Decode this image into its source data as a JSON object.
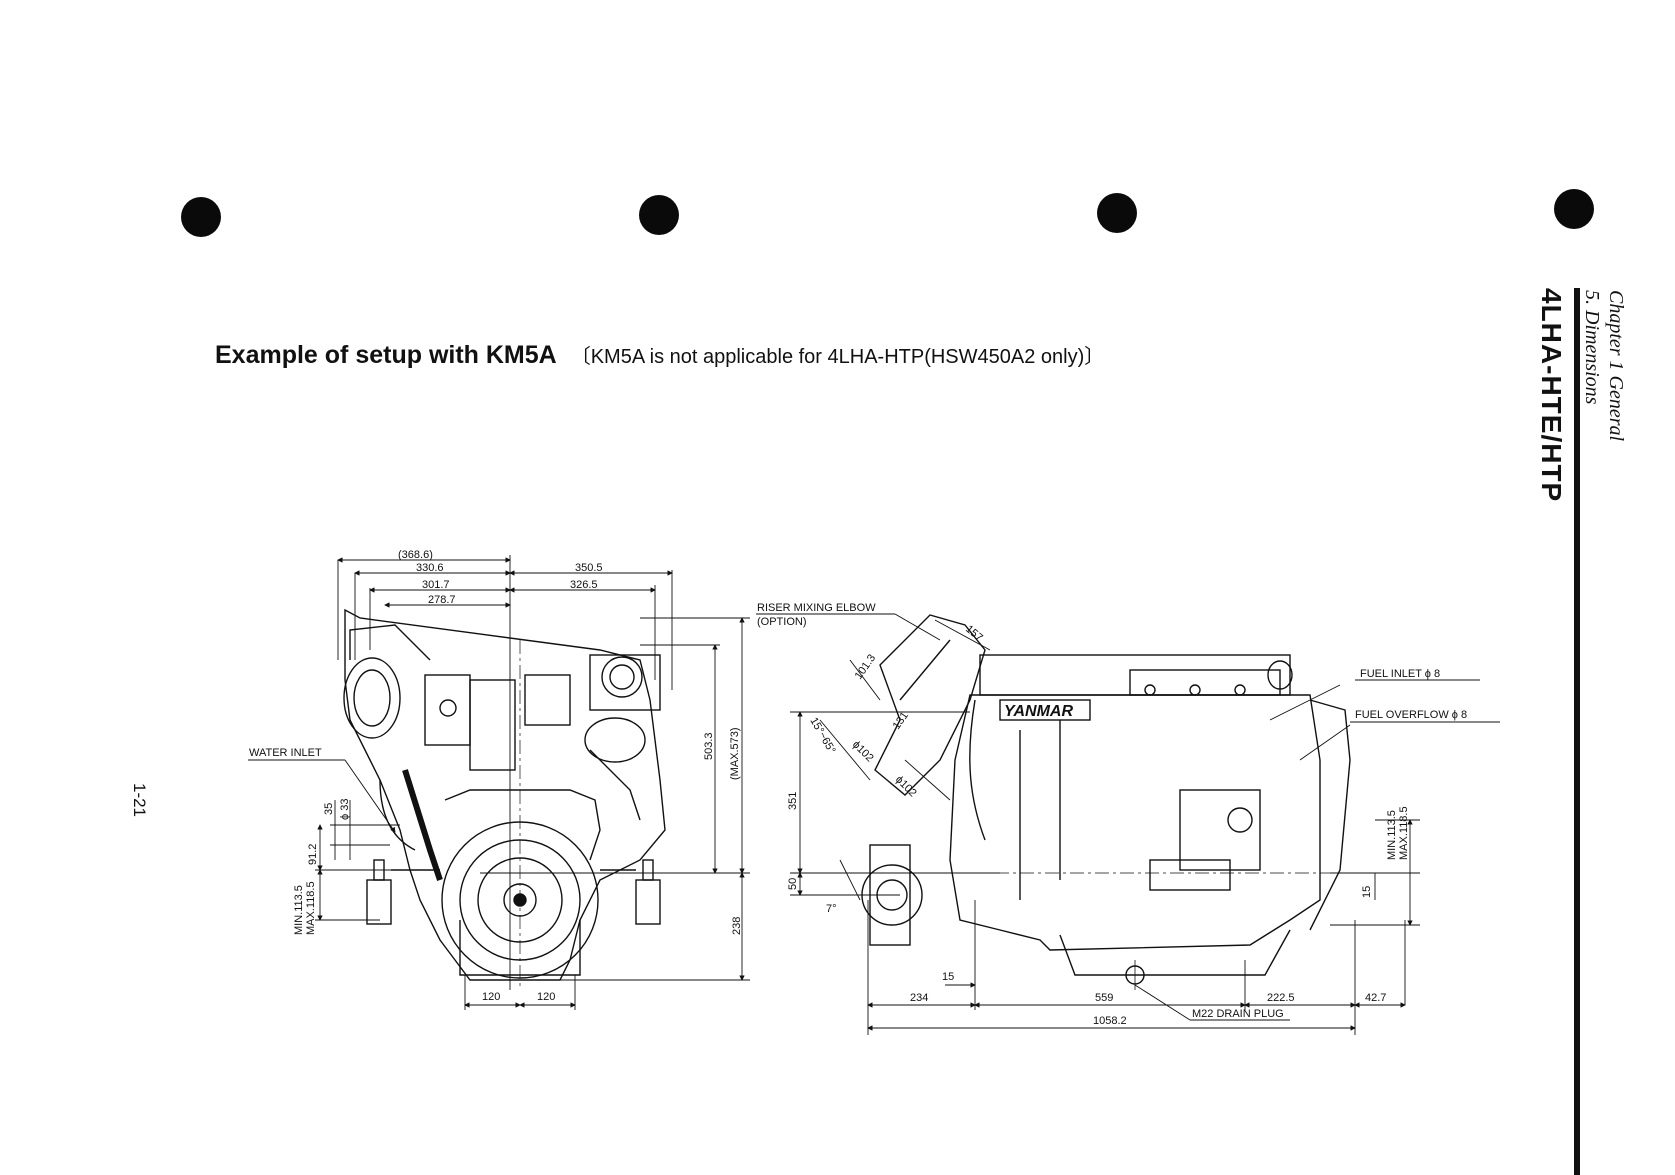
{
  "page": {
    "title": "Example of setup with KM5A",
    "title_note": "〔KM5A is not applicable for 4LHA-HTP(HSW450A2 only)〕",
    "page_number": "1-21",
    "model_code": "4LHA-HTE/HTP",
    "chapter_line1": "Chapter 1 General",
    "chapter_line2": "5. Dimensions"
  },
  "front_view": {
    "dims": {
      "d368": "(368.6)",
      "d330": "330.6",
      "d301": "301.7",
      "d278": "278.7",
      "d350": "350.5",
      "d326": "326.5",
      "d503": "503.3",
      "dmax573": "(MAX.573)",
      "d238": "238",
      "d120a": "120",
      "d120b": "120",
      "d91": "91.2",
      "d35": "35",
      "d33": "ϕ 33",
      "dmin": "MIN.113.5",
      "dmax": "MAX.118.5"
    },
    "labels": {
      "water_inlet": "WATER INLET"
    }
  },
  "side_view": {
    "dims": {
      "d157": "157",
      "d101": "101.3",
      "d131": "131",
      "d102a": "ϕ102",
      "d102b": "ϕ102",
      "angle": "15°~65°",
      "d351": "351",
      "d50": "50",
      "d7": "7°",
      "d15a": "15",
      "d15b": "15",
      "d234": "234",
      "d559": "559",
      "d222": "222.5",
      "d42": "42.7",
      "d1058": "1058.2",
      "dmin": "MIN.113.5",
      "dmax": "MAX.118.5"
    },
    "labels": {
      "riser": "RISER MIXING ELBOW",
      "option": "(OPTION)",
      "fuel_inlet": "FUEL INLET ϕ 8",
      "fuel_overflow": "FUEL OVERFLOW ϕ 8",
      "drain_plug": "M22 DRAIN PLUG",
      "brand": "YANMAR"
    }
  }
}
